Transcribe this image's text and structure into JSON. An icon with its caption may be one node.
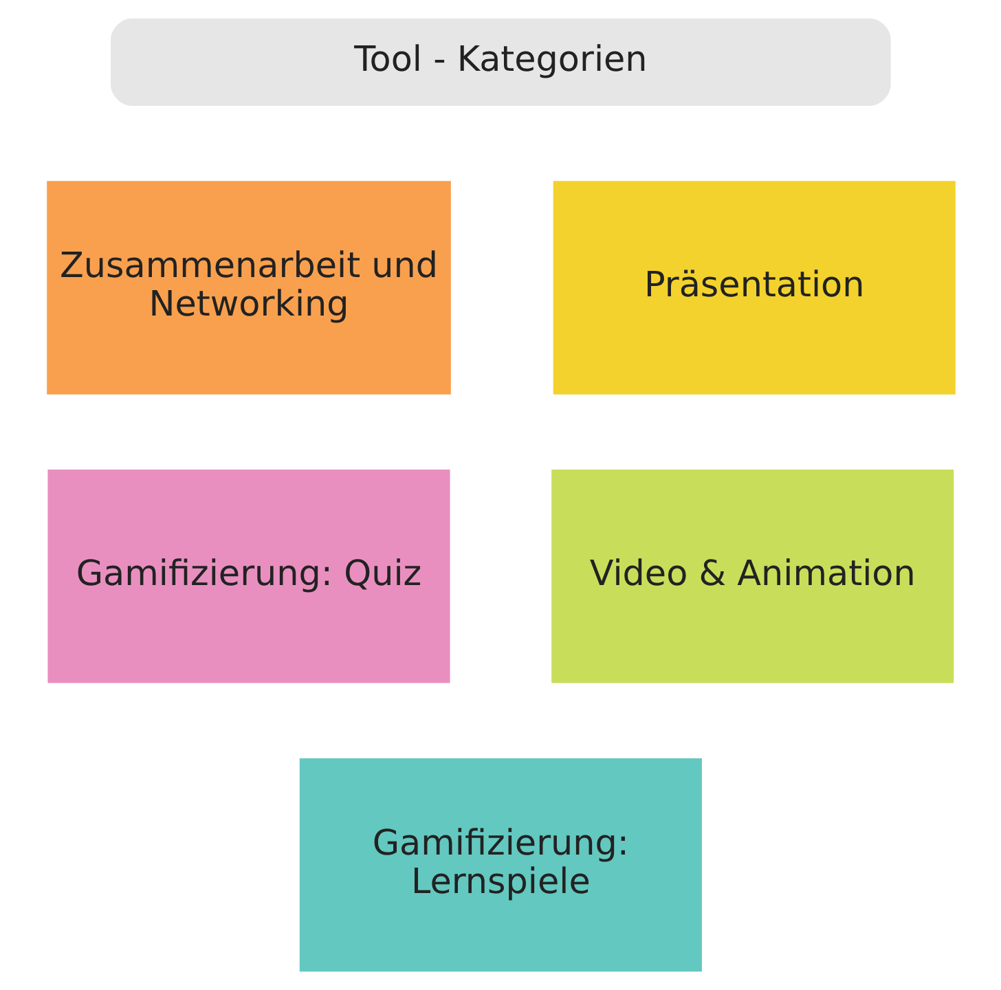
{
  "diagram": {
    "nodes": [
      {
        "text": [
          "Tool - Kategorien"
        ]
      },
      {
        "text": [
          "Zusammenarbeit und Networking"
        ]
      },
      {
        "text": [
          "Präsentation"
        ]
      },
      {
        "text": [
          "Gamifizierung: Quiz"
        ]
      },
      {
        "text": [
          "Video & Animation"
        ]
      },
      {
        "text": [
          "Gamifizierung: Lernspiele"
        ]
      }
    ]
  }
}
